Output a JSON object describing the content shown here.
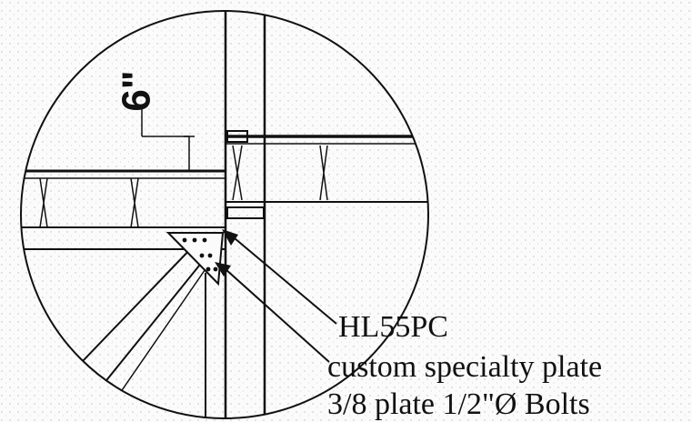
{
  "detail": {
    "dimension_label": "6\"",
    "callouts": [
      {
        "text": "HL55PC"
      },
      {
        "text": "custom specialty plate"
      },
      {
        "text": "3/8 plate 1/2\"Ø Bolts"
      }
    ]
  },
  "colors": {
    "ink": "#111111",
    "paper": "#fbfbfb",
    "speckle": "#8c8c8c"
  }
}
